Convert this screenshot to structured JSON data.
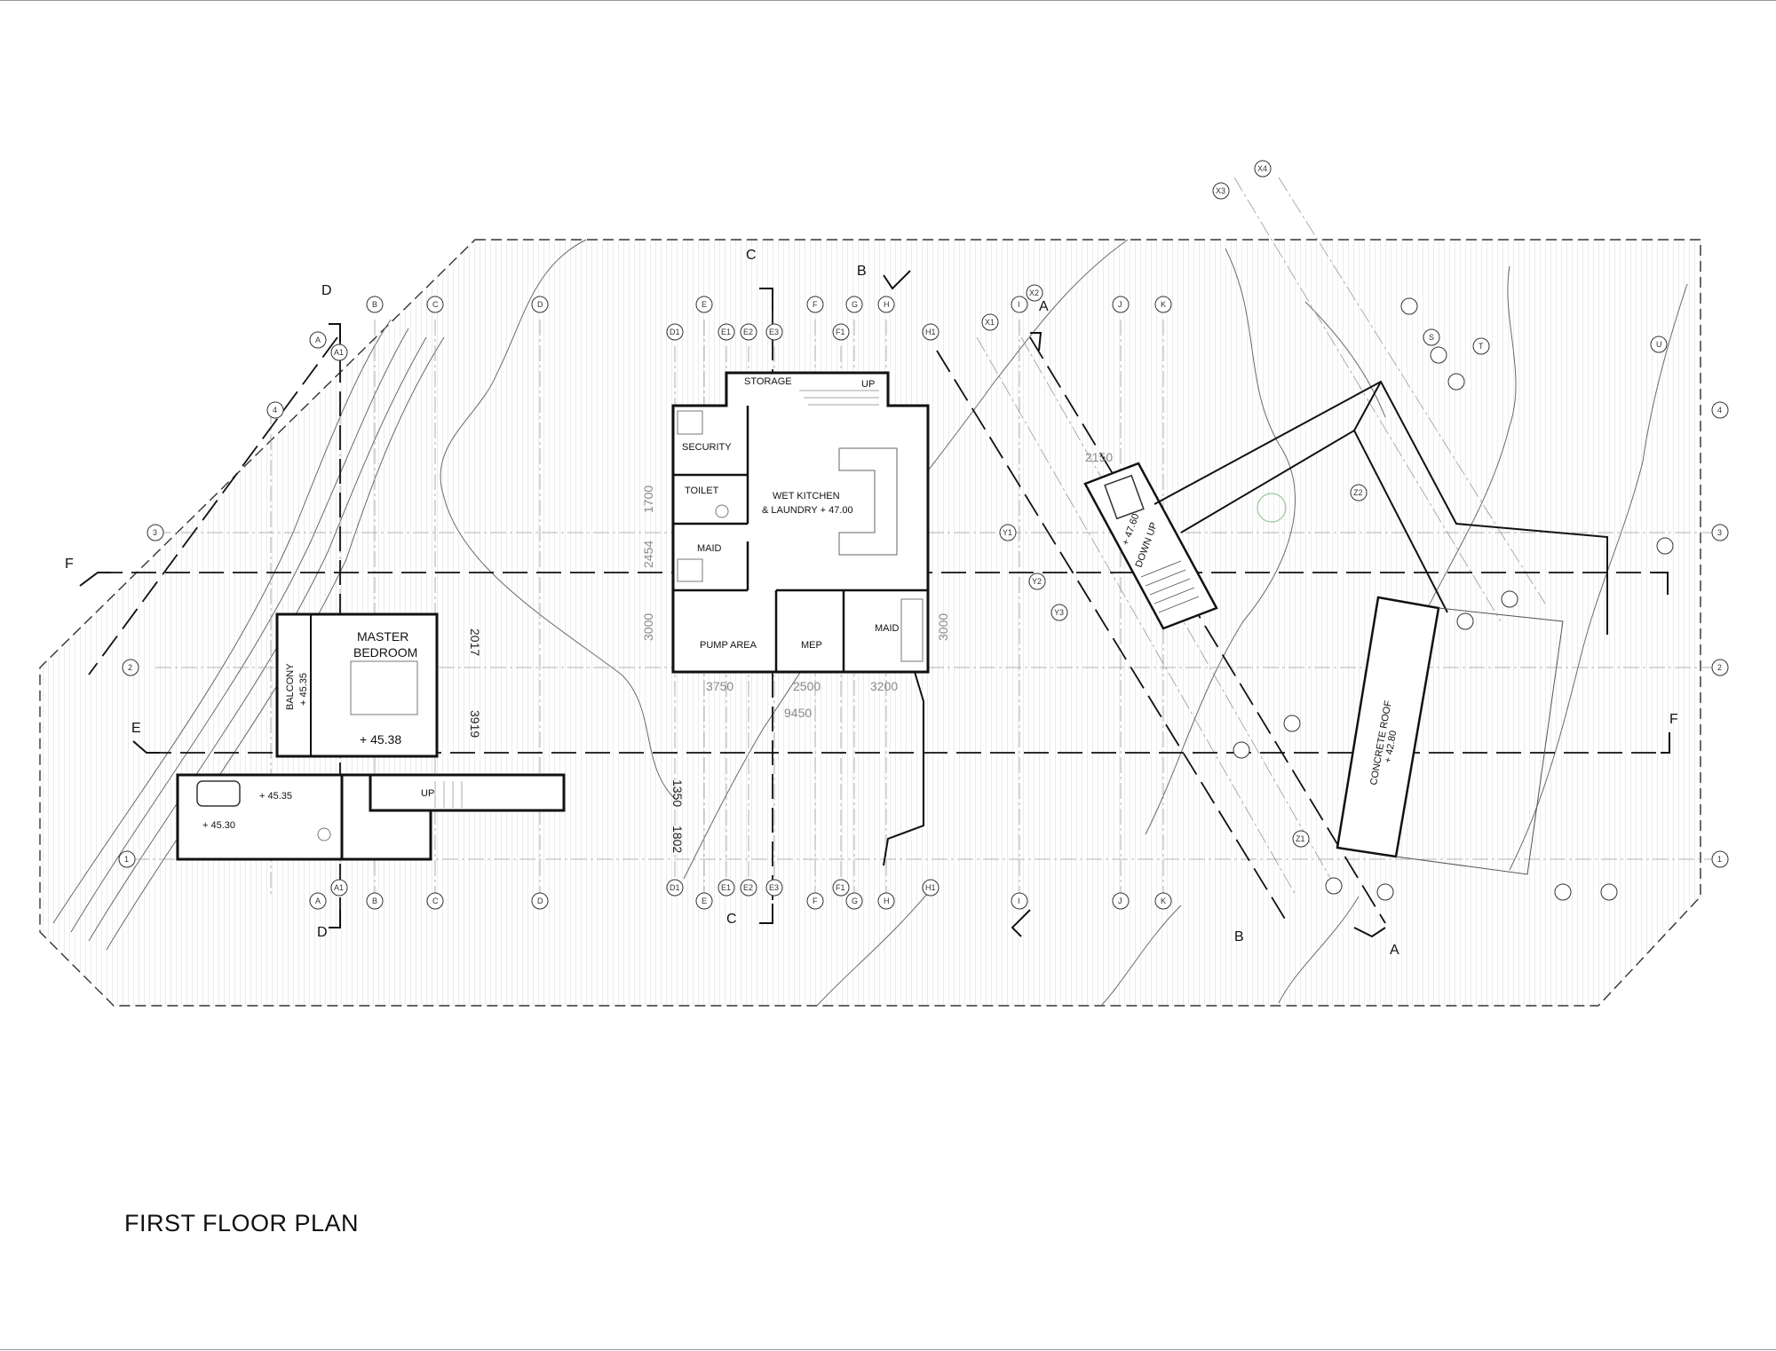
{
  "title": "FIRST FLOOR PLAN",
  "rooms": {
    "storage": "STORAGE",
    "up_top": "UP",
    "security": "SECURITY",
    "toilet": "TOILET",
    "wet_kitchen_1": "WET KITCHEN",
    "wet_kitchen_2": "& LAUNDRY + 47.00",
    "maid_1": "MAID",
    "pump_area": "PUMP AREA",
    "mep": "MEP",
    "maid_2": "MAID",
    "master_1": "MASTER",
    "master_2": "BEDROOM",
    "balcony_1": "BALCONY",
    "balcony_2": "+ 45.35",
    "level_4538": "+ 45.38",
    "level_4535": "+ 45.35",
    "level_4530": "+ 45.30",
    "up_bottom": "UP",
    "stair_level": "+ 47.60",
    "stair_downup": "DOWN UP",
    "concrete_roof_1": "CONCRETE ROOF",
    "concrete_roof_2": "+ 42.80"
  },
  "dimensions": {
    "d1700": "1700",
    "d2454": "2454",
    "d3000a": "3000",
    "d3000b": "3000",
    "d3750": "3750",
    "d2500": "2500",
    "d3200": "3200",
    "d9450": "9450",
    "d2017": "2017",
    "d3919": "3919",
    "d1350": "1350",
    "d1802": "1802",
    "d2150": "2150"
  },
  "section_marks": [
    "A",
    "B",
    "C",
    "D",
    "E",
    "F"
  ],
  "grid_left_numbers": [
    "4",
    "3",
    "2",
    "1"
  ],
  "grid_right_numbers": [
    "4",
    "3",
    "2",
    "1"
  ],
  "grid_top_letters": [
    "A",
    "A1",
    "B",
    "C",
    "D",
    "D1",
    "E",
    "E1",
    "E2",
    "E3",
    "F",
    "F1",
    "G",
    "H",
    "H1",
    "I",
    "J",
    "K"
  ],
  "grid_bottom_letters": [
    "A",
    "A1",
    "B",
    "C",
    "D",
    "D1",
    "E",
    "E1",
    "E2",
    "E3",
    "F",
    "F1",
    "G",
    "H",
    "H1",
    "I",
    "J",
    "K"
  ],
  "grid_diag_letters": [
    "X1",
    "X2",
    "X3",
    "X4",
    "Y1",
    "Y2",
    "Y3",
    "Z1",
    "Z2",
    "S",
    "T",
    "U"
  ]
}
